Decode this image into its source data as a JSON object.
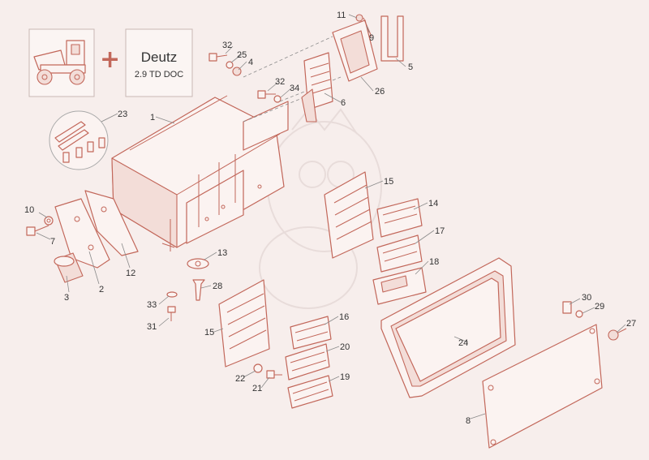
{
  "header": {
    "plus": "+",
    "engine_title": "Deutz",
    "engine_model": "2.9 TD DOC"
  },
  "callouts": {
    "c1": "1",
    "c2": "2",
    "c3": "3",
    "c4": "4",
    "c5": "5",
    "c6": "6",
    "c7": "7",
    "c8": "8",
    "c9": "9",
    "c10": "10",
    "c11": "11",
    "c12": "12",
    "c13": "13",
    "c14": "14",
    "c15a": "15",
    "c15b": "15",
    "c16": "16",
    "c17": "17",
    "c18": "18",
    "c19": "19",
    "c20": "20",
    "c21": "21",
    "c22": "22",
    "c23": "23",
    "c24": "24",
    "c25": "25",
    "c26": "26",
    "c27": "27",
    "c28": "28",
    "c29": "29",
    "c30": "30",
    "c31": "31",
    "c32a": "32",
    "c32b": "32",
    "c33": "33",
    "c34": "34"
  },
  "colors": {
    "accent": "#c2675a",
    "background": "#f7eeec"
  }
}
